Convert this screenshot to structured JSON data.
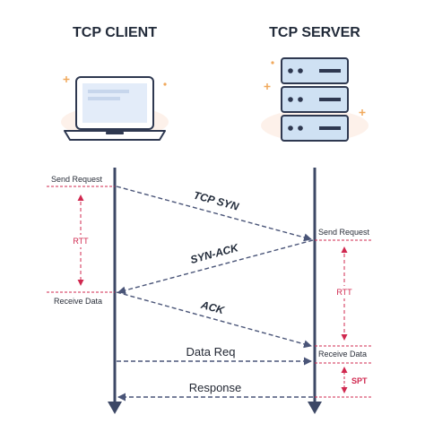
{
  "headers": {
    "client": "TCP CLIENT",
    "server": "TCP SERVER"
  },
  "client_labels": {
    "send_request": "Send Request",
    "receive_data": "Receive Data"
  },
  "server_labels": {
    "send_request": "Send Request",
    "receive_data": "Receive Data"
  },
  "measures": {
    "client_rtt": "RTT",
    "server_rtt": "RTT",
    "server_spt": "SPT"
  },
  "messages": {
    "syn": "TCP SYN",
    "syn_ack": "SYN-ACK",
    "ack": "ACK",
    "data_req": "Data Req",
    "response": "Response"
  },
  "colors": {
    "lifeline": "#3d4866",
    "arrow": "#4a5578",
    "accent": "#d0284f",
    "server_rack": "#cfe1f3",
    "laptop_screen": "#e3ecf9"
  },
  "icons": {
    "client": "laptop-icon",
    "server": "server-rack-icon"
  }
}
